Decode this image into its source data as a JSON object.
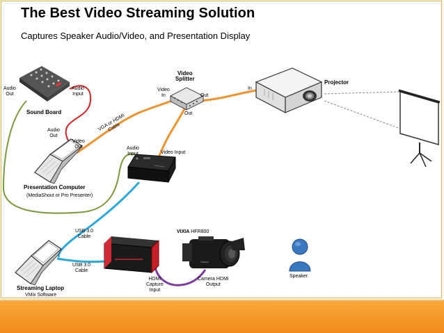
{
  "title": "The Best Video Streaming Solution",
  "subtitle": "Captures Speaker Audio/Video, and Presentation Display",
  "labels": {
    "sound_board": "Sound Board",
    "audio_out_left_1": "Audio",
    "audio_out_left_2": "Out",
    "audio_input_1": "Audio",
    "audio_input_2": "Input",
    "audio_out_pc_1": "Audio",
    "audio_out_pc_2": "Out",
    "video_out_1": "Video",
    "video_out_2": "Out",
    "vga_cable_1": "VGA or HDMI",
    "vga_cable_2": "Cable",
    "video_splitter_1": "Video",
    "video_splitter_2": "Splitter",
    "splitter_video_in_1": "Video",
    "splitter_video_in_2": "In",
    "splitter_out_right": "Out",
    "splitter_out_bottom": "Out",
    "projector": "Projector",
    "projector_in": "In",
    "capture_audio_input_1": "Audio",
    "capture_audio_input_2": "Input",
    "capture_video_input": "Video Input",
    "presentation_computer": "Presentation Computer",
    "presentation_software": "(MediaShout or Pro Presenter)",
    "usb_cable_top_1": "USB 3.0",
    "usb_cable_top_2": "Cable",
    "usb_cable_bottom_1": "USB 3.0",
    "usb_cable_bottom_2": "Cable",
    "camera_brand": "VIXIA",
    "camera_model": "HFR800",
    "hdmi_capture_1": "HDMI",
    "hdmi_capture_2": "Capture",
    "hdmi_capture_3": "Input",
    "camera_hdmi_1": "Camera HDMI",
    "camera_hdmi_2": "Output",
    "speaker": "Speaker",
    "streaming_laptop": "Streaming Laptop",
    "streaming_software": "VMix Software"
  },
  "colors": {
    "audio_red": "#d62020",
    "audio_green": "#7a9a3a",
    "video_orange": "#f0922c",
    "usb_blue": "#2aa8dc",
    "hdmi_purple": "#7a3aa0",
    "footer": "#f39424",
    "frame": "#f0b040"
  },
  "icons": [
    "mixer-icon",
    "laptop-icon",
    "splitter-icon",
    "projector-icon",
    "projection-screen-icon",
    "capture-card-icon",
    "hdmi-capture-icon",
    "camcorder-icon",
    "speaker-person-icon"
  ]
}
